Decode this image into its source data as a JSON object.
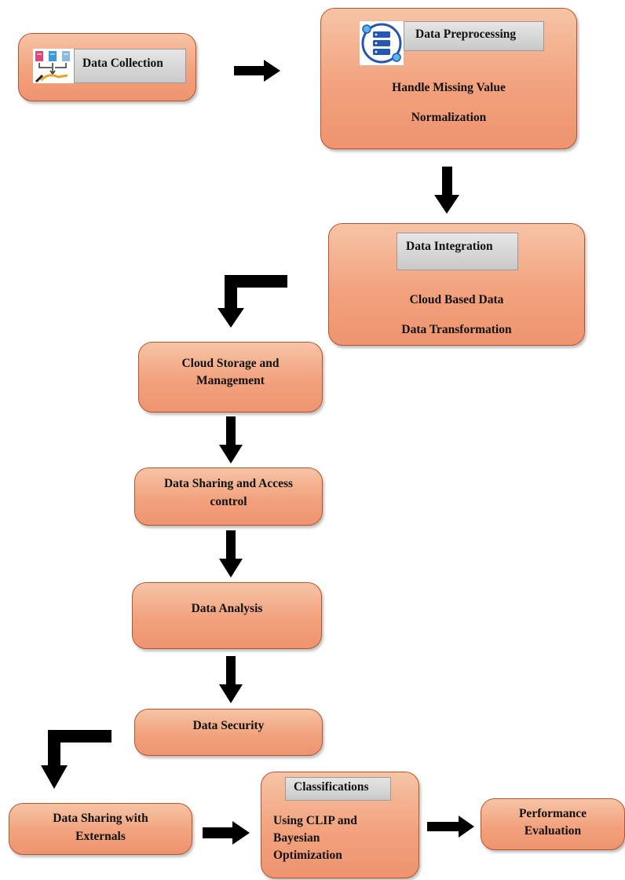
{
  "nodes": {
    "data_collection": {
      "label": "Data Collection",
      "icon": "data-collection-icon"
    },
    "data_preprocessing": {
      "label": "Data Preprocessing",
      "icon": "server-gear-icon",
      "items": [
        "Handle Missing Value",
        "Normalization"
      ]
    },
    "data_integration": {
      "label": "Data Integration",
      "items": [
        "Cloud Based Data",
        "Data Transformation"
      ]
    },
    "cloud_storage": {
      "line1": "Cloud Storage and",
      "line2": "Management"
    },
    "data_sharing_access": {
      "line1": "Data Sharing and Access",
      "line2": "control"
    },
    "data_analysis": {
      "label": "Data Analysis"
    },
    "data_security": {
      "label": "Data Security"
    },
    "data_sharing_externals": {
      "line1": "Data Sharing with",
      "line2": "Externals"
    },
    "classifications": {
      "label": "Classifications",
      "line1": "Using CLIP and",
      "line2": "Bayesian",
      "line3": "Optimization"
    },
    "performance_evaluation": {
      "line1": "Performance",
      "line2": "Evaluation"
    }
  },
  "colors": {
    "box_fill": "#f2a27d",
    "box_border": "#b8532a",
    "arrow": "#000000",
    "header_fill": "#d6d6d6"
  }
}
